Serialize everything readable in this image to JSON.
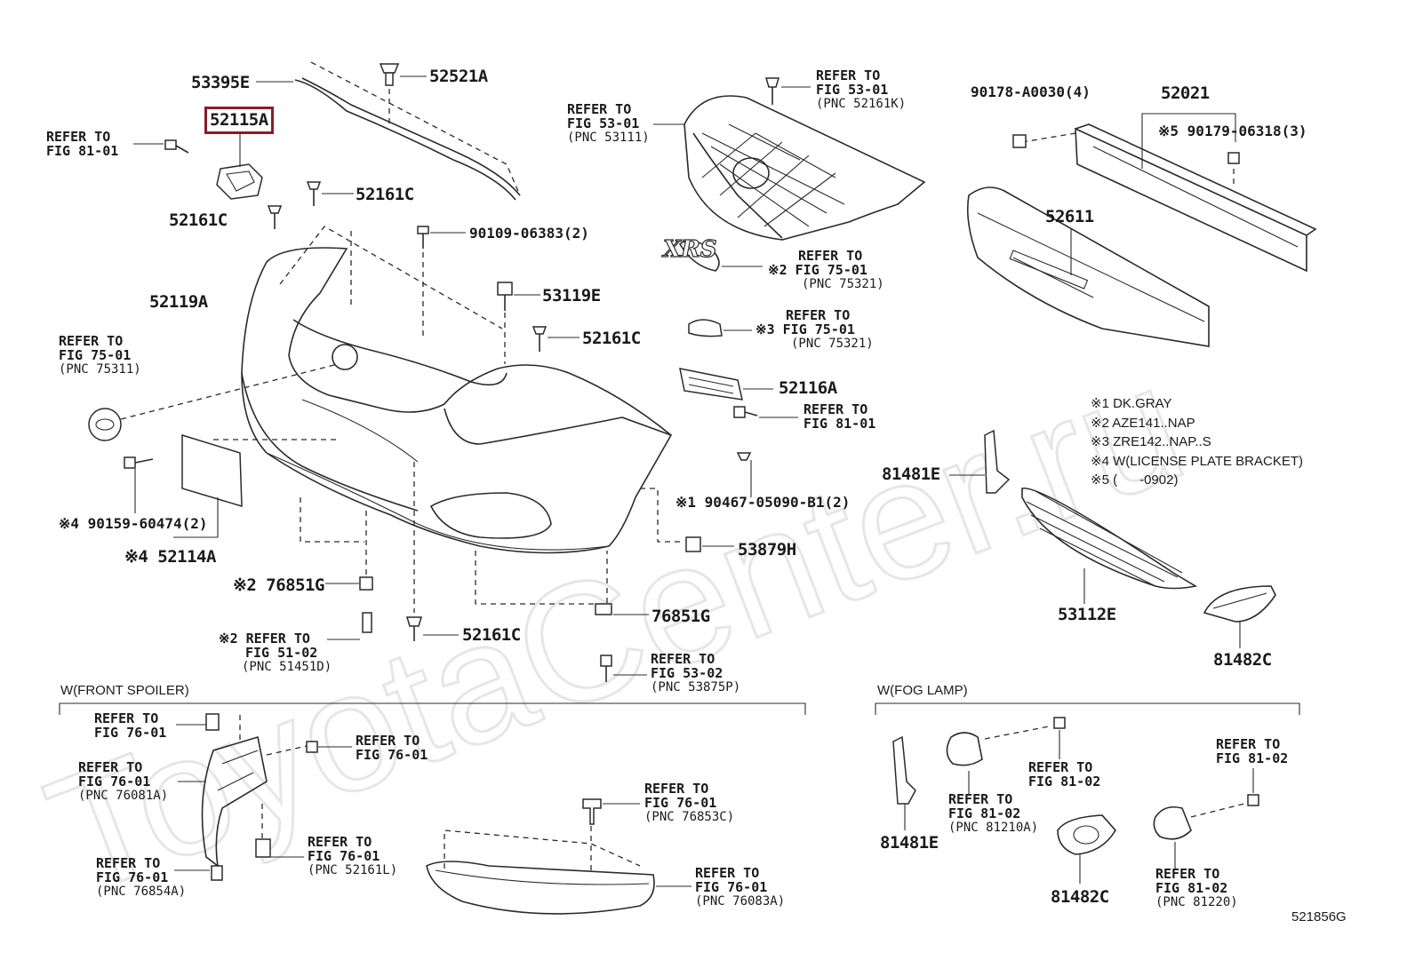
{
  "diagram_code": "521856G",
  "watermark": "ToyotaCenter.ru",
  "highlight": {
    "color": "#8b1a2b"
  },
  "sections": {
    "front_spoiler": "W(FRONT SPOILER)",
    "fog_lamp": "W(FOG LAMP)"
  },
  "legend": [
    {
      "mark": "※1",
      "text": "DK.GRAY"
    },
    {
      "mark": "※2",
      "text": "AZE141..NAP"
    },
    {
      "mark": "※3",
      "text": "ZRE142..NAP..S"
    },
    {
      "mark": "※4",
      "text": "W(LICENSE PLATE BRACKET)"
    },
    {
      "mark": "※5",
      "text": "(      -0902)"
    }
  ],
  "parts": {
    "p53395E": "53395E",
    "p52521A": "52521A",
    "p52115A": "52115A",
    "p52161C_a": "52161C",
    "p52161C_b": "52161C",
    "p90109": "90109-06383(2)",
    "p53119E": "53119E",
    "p52161C_c": "52161C",
    "p52119A": "52119A",
    "p52116A": "52116A",
    "p90159": "※4 90159-60474(2)",
    "p52114A": "※4 52114A",
    "p90467": "※1 90467-05090-B1(2)",
    "p53879H": "53879H",
    "p76851G_a": "※2 76851G",
    "p76851G_b": "76851G",
    "p52161C_d": "52161C",
    "p90178": "90178-A0030(4)",
    "p52021": "52021",
    "p90179": "※5 90179-06318(3)",
    "p52611": "52611",
    "p81481E_a": "81481E",
    "p53112E": "53112E",
    "p81482C_a": "81482C",
    "p81481E_b": "81481E",
    "p81482C_b": "81482C",
    "xrs_emblem": "XRS"
  },
  "refs": {
    "r81_01_a": {
      "line1": "REFER TO",
      "line2": "FIG 81-01",
      "line3": ""
    },
    "r75_01_a": {
      "line1": "REFER TO",
      "line2": "FIG 75-01",
      "line3": "(PNC 75311)"
    },
    "r53_01_a": {
      "line1": "REFER TO",
      "line2": "FIG 53-01",
      "line3": "(PNC 53111)"
    },
    "r53_01_b": {
      "line1": "REFER TO",
      "line2": "FIG 53-01",
      "line3": "(PNC 52161K)"
    },
    "r75_01_b": {
      "line1": "REFER TO",
      "line2": "※2 FIG 75-01",
      "line3": "(PNC 75321)"
    },
    "r75_01_c": {
      "line1": "REFER TO",
      "line2": "※3 FIG 75-01",
      "line3": "(PNC 75321)"
    },
    "r81_01_b": {
      "line1": "REFER TO",
      "line2": "FIG 81-01",
      "line3": ""
    },
    "r51_02": {
      "line1": "※2 REFER TO",
      "line2": "FIG 51-02",
      "line3": "(PNC 51451D)"
    },
    "r53_02": {
      "line1": "REFER TO",
      "line2": "FIG 53-02",
      "line3": "(PNC 53875P)"
    },
    "r76_01_a": {
      "line1": "REFER TO",
      "line2": "FIG 76-01",
      "line3": ""
    },
    "r76_01_b": {
      "line1": "REFER TO",
      "line2": "FIG 76-01",
      "line3": ""
    },
    "r76_01_c": {
      "line1": "REFER TO",
      "line2": "FIG 76-01",
      "line3": "(PNC 76081A)"
    },
    "r76_01_d": {
      "line1": "REFER TO",
      "line2": "FIG 76-01",
      "line3": "(PNC 52161L)"
    },
    "r76_01_e": {
      "line1": "REFER TO",
      "line2": "FIG 76-01",
      "line3": "(PNC 76854A)"
    },
    "r76_01_f": {
      "line1": "REFER TO",
      "line2": "FIG 76-01",
      "line3": "(PNC 76853C)"
    },
    "r76_01_g": {
      "line1": "REFER TO",
      "line2": "FIG 76-01",
      "line3": "(PNC 76083A)"
    },
    "r81_02_a": {
      "line1": "REFER TO",
      "line2": "FIG 81-02",
      "line3": ""
    },
    "r81_02_b": {
      "line1": "REFER TO",
      "line2": "FIG 81-02",
      "line3": "(PNC 81210A)"
    },
    "r81_02_c": {
      "line1": "REFER TO",
      "line2": "FIG 81-02",
      "line3": ""
    },
    "r81_02_d": {
      "line1": "REFER TO",
      "line2": "FIG 81-02",
      "line3": "(PNC 81220)"
    }
  }
}
